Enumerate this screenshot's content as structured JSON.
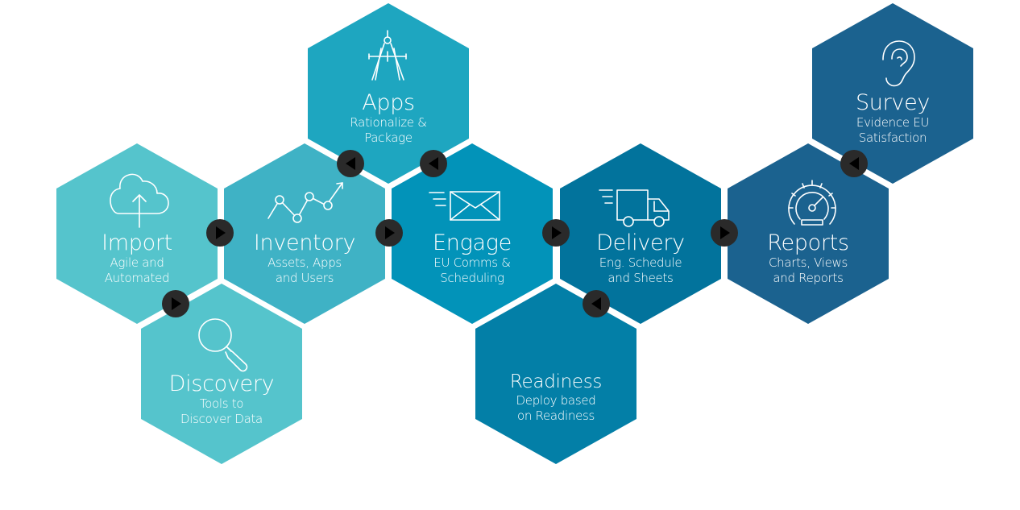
{
  "colors": {
    "import": "#55c4cc",
    "discovery": "#55c4cc",
    "inventory": "#3fb2c5",
    "apps": "#1ea6c0",
    "engage": "#0293b9",
    "delivery": "#02739c",
    "readiness": "#037fa7",
    "reports": "#1b628f",
    "survey": "#1b628f",
    "connector": "#2a2a2a"
  },
  "nodes": [
    {
      "id": "import",
      "icon": "cloud-upload-icon",
      "title": "Import",
      "subtitle_lines": [
        "Agile and",
        "Automated"
      ]
    },
    {
      "id": "discovery",
      "icon": "magnifier-icon",
      "title": "Discovery",
      "subtitle_lines": [
        "Tools to",
        "Discover Data"
      ]
    },
    {
      "id": "inventory",
      "icon": "line-graph-icon",
      "title": "Inventory",
      "subtitle_lines": [
        "Assets, Apps",
        "and Users"
      ]
    },
    {
      "id": "apps",
      "icon": "compass-icon",
      "title": "Apps",
      "subtitle_lines": [
        "Rationalize &",
        "Package"
      ]
    },
    {
      "id": "engage",
      "icon": "envelope-icon",
      "title": "Engage",
      "subtitle_lines": [
        "EU Comms &",
        "Scheduling"
      ]
    },
    {
      "id": "delivery",
      "icon": "truck-icon",
      "title": "Delivery",
      "subtitle_lines": [
        "Eng. Schedule",
        "and Sheets"
      ]
    },
    {
      "id": "readiness",
      "icon": "",
      "title": "Readiness",
      "subtitle_lines": [
        "Deploy based",
        "on Readiness"
      ]
    },
    {
      "id": "reports",
      "icon": "speedometer-icon",
      "title": "Reports",
      "subtitle_lines": [
        "Charts, Views",
        "and Reports"
      ]
    },
    {
      "id": "survey",
      "icon": "ear-icon",
      "title": "Survey",
      "subtitle_lines": [
        "Evidence EU",
        "Satisfaction"
      ]
    }
  ],
  "connectors": [
    {
      "id": "import-to-inventory",
      "direction": "right"
    },
    {
      "id": "import-to-discovery",
      "direction": "right"
    },
    {
      "id": "inventory-to-apps",
      "direction": "left"
    },
    {
      "id": "inventory-to-engage",
      "direction": "right"
    },
    {
      "id": "engage-to-apps",
      "direction": "left"
    },
    {
      "id": "engage-to-delivery",
      "direction": "right"
    },
    {
      "id": "delivery-to-readiness",
      "direction": "left"
    },
    {
      "id": "delivery-to-reports",
      "direction": "right"
    },
    {
      "id": "reports-to-survey",
      "direction": "left"
    }
  ]
}
